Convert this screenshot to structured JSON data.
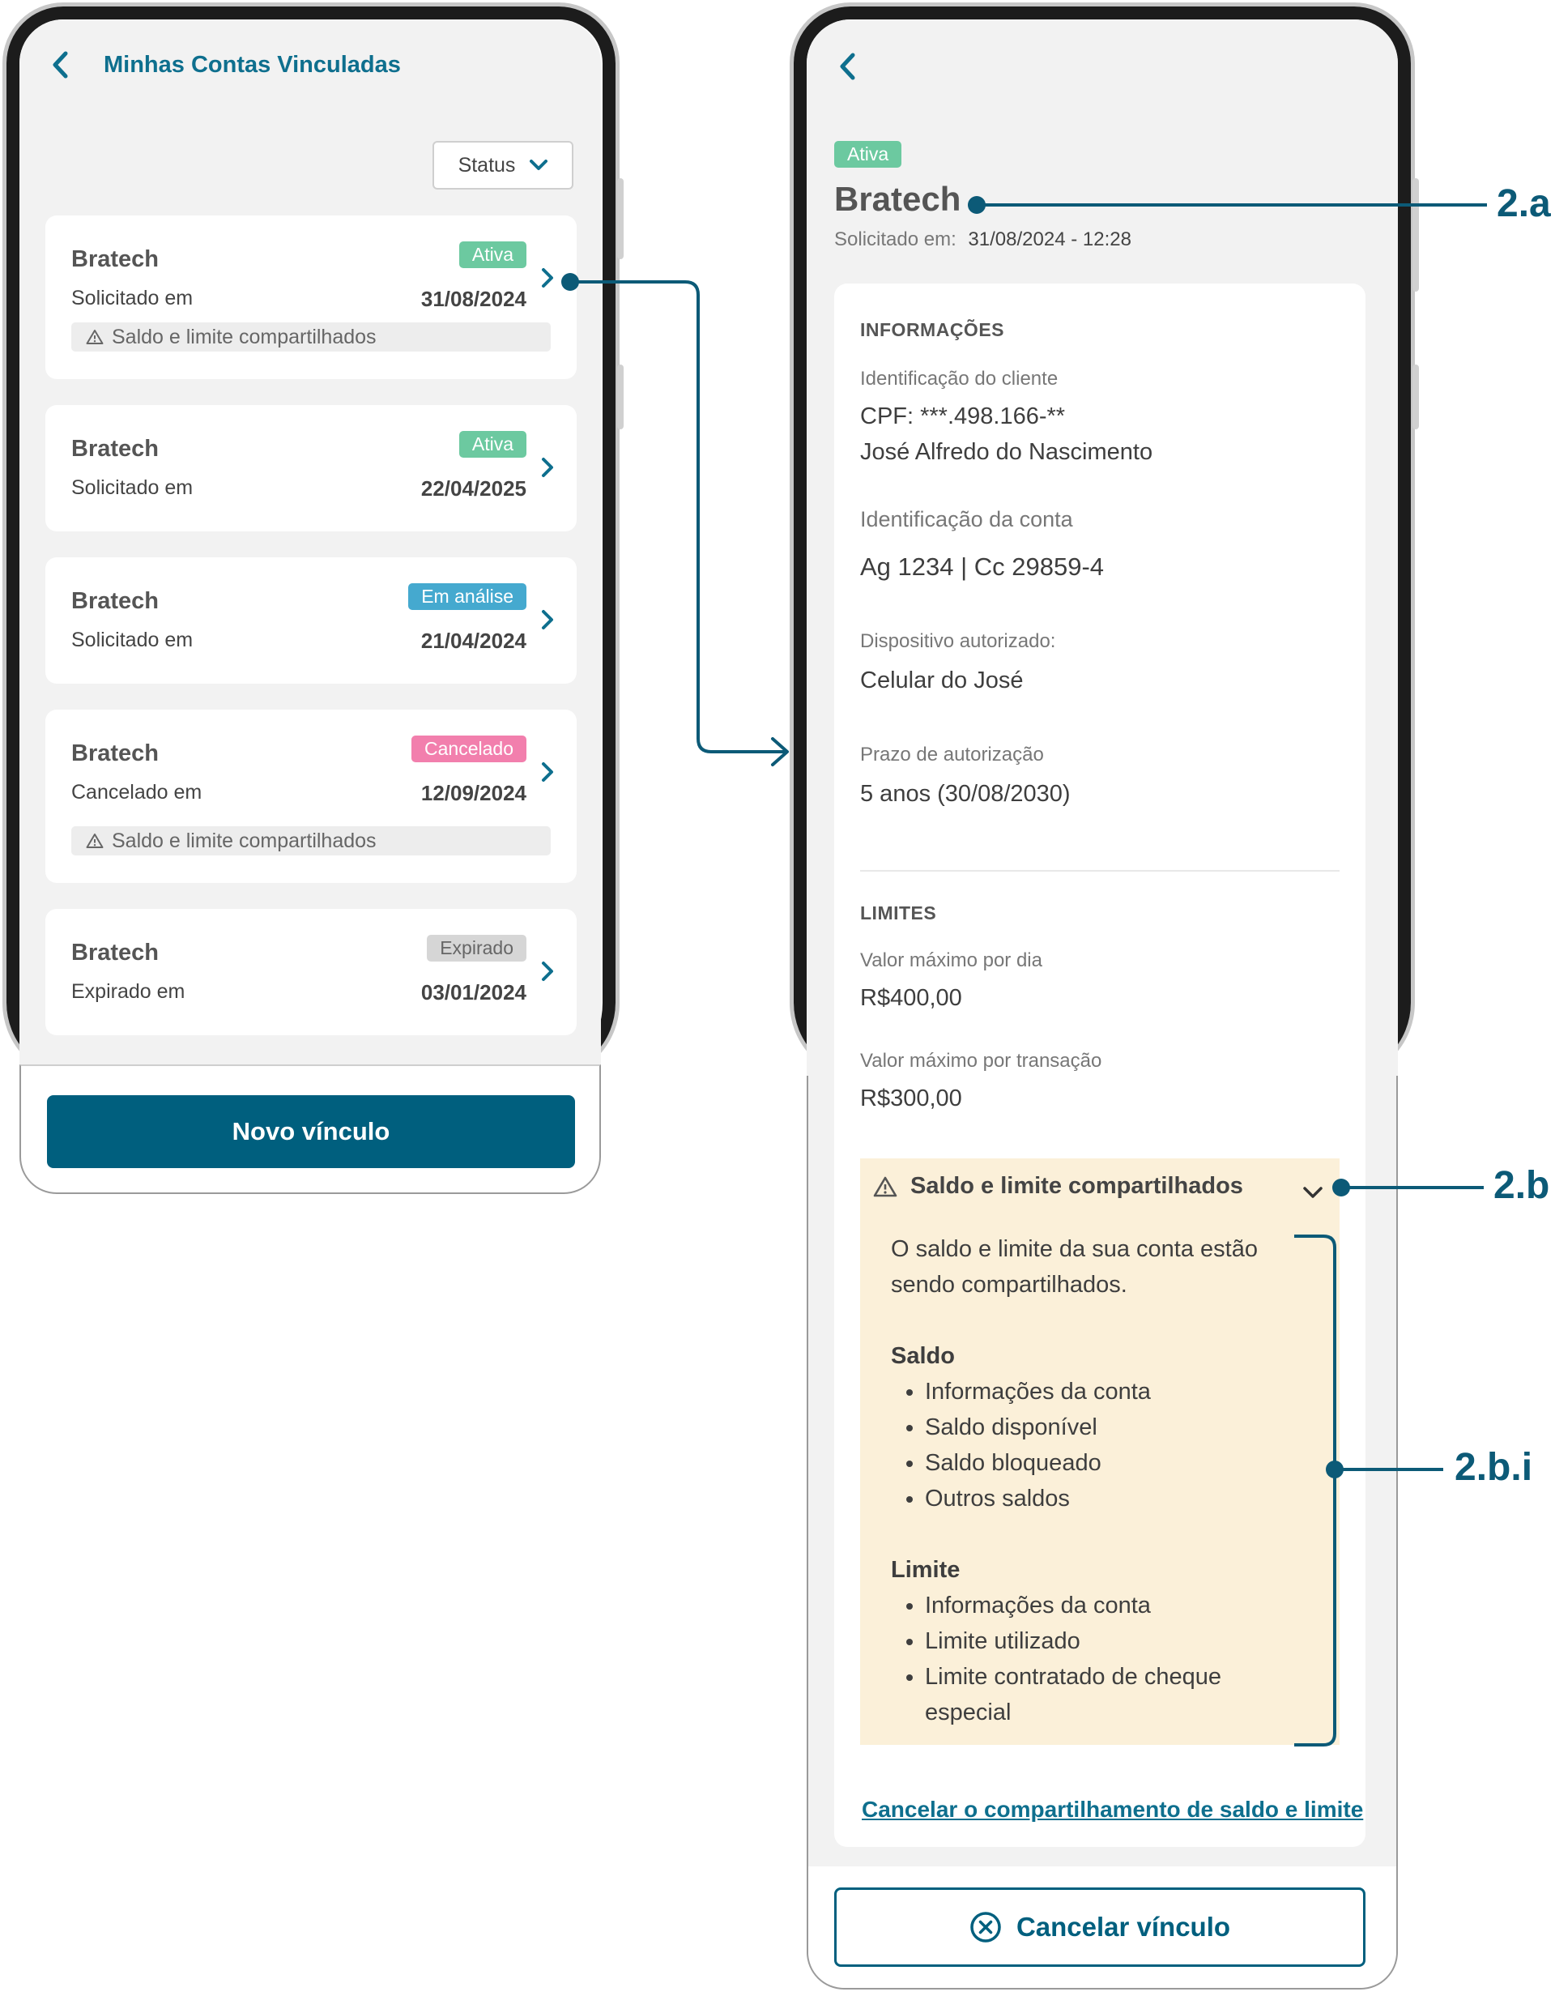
{
  "list_screen": {
    "title": "Minhas Contas Vinculadas",
    "filter_label": "Status",
    "cards": [
      {
        "name": "Bratech",
        "badge": "Ativa",
        "badge_color": "#6cc9a0",
        "label": "Solicitado em",
        "date": "31/08/2024",
        "shared": "Saldo e limite compartilhados"
      },
      {
        "name": "Bratech",
        "badge": "Ativa",
        "badge_color": "#6cc9a0",
        "label": "Solicitado em",
        "date": "22/04/2025"
      },
      {
        "name": "Bratech",
        "badge": "Em análise",
        "badge_color": "#45a9cf",
        "label": "Solicitado em",
        "date": "21/04/2024"
      },
      {
        "name": "Bratech",
        "badge": "Cancelado",
        "badge_color": "#f27fad",
        "label": "Cancelado em",
        "date": "12/09/2024",
        "shared": "Saldo e limite compartilhados"
      },
      {
        "name": "Bratech",
        "badge": "Expirado",
        "badge_color": "#d6d6d6",
        "badge_text_color": "#666666",
        "label": "Expirado em",
        "date": "03/01/2024"
      }
    ],
    "primary_button": "Novo vínculo"
  },
  "detail_screen": {
    "badge": "Ativa",
    "company": "Bratech",
    "requested_label": "Solicitado em:",
    "requested_value": "31/08/2024 - 12:28",
    "info_section": {
      "title": "INFORMAÇÕES",
      "client_id_label": "Identificação do cliente",
      "client_cpf": "CPF: ***.498.166-**",
      "client_name": "José Alfredo do Nascimento",
      "account_id_label": "Identificação da conta",
      "account_value": "Ag 1234 | Cc 29859-4",
      "device_label": "Dispositivo autorizado:",
      "device_value": "Celular do José",
      "term_label": "Prazo de autorização",
      "term_value": "5 anos (30/08/2030)"
    },
    "limits_section": {
      "title": "LIMITES",
      "daily_label": "Valor máximo por dia",
      "daily_value": "R$400,00",
      "tx_label": "Valor máximo por transação",
      "tx_value": "R$300,00"
    },
    "accordion": {
      "title": "Saldo e limite compartilhados",
      "intro": "O saldo e limite da sua conta estão sendo compartilhados.",
      "saldo_title": "Saldo",
      "saldo_items": [
        "Informações da conta",
        "Saldo disponível",
        "Saldo bloqueado",
        "Outros saldos"
      ],
      "limite_title": "Limite",
      "limite_items": [
        "Informações da conta",
        "Limite utilizado",
        "Limite contratado de cheque especial"
      ]
    },
    "cancel_sharing_link": "Cancelar o compartilhamento de saldo e limite",
    "cancel_button": "Cancelar vínculo"
  },
  "annotations": [
    "2.a",
    "2.b",
    "2.b.i"
  ],
  "colors": {
    "brand": "#005f7e",
    "title": "#0e6f8e",
    "screen_bg": "#f2f2f2",
    "accordion_bg": "#fbf0d9"
  },
  "icons": [
    "back-arrow-icon",
    "chevron-down-icon",
    "chevron-right-icon",
    "warning-triangle-icon",
    "close-circle-icon"
  ]
}
